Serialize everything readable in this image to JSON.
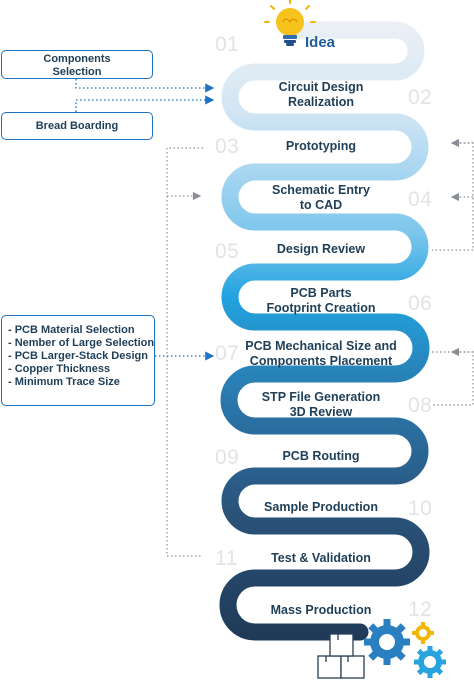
{
  "title": "Idea",
  "steps": [
    {
      "num": "01",
      "label": ""
    },
    {
      "num": "02",
      "label": "Circuit Design\nRealization"
    },
    {
      "num": "03",
      "label": "Prototyping"
    },
    {
      "num": "04",
      "label": "Schematic Entry\nto CAD"
    },
    {
      "num": "05",
      "label": "Design Review"
    },
    {
      "num": "06",
      "label": "PCB Parts\nFootprint Creation"
    },
    {
      "num": "07",
      "label": "PCB Mechanical Size and\nComponents Placement"
    },
    {
      "num": "08",
      "label": "STP File Generation\n3D Review"
    },
    {
      "num": "09",
      "label": "PCB Routing"
    },
    {
      "num": "10",
      "label": "Sample Production"
    },
    {
      "num": "11",
      "label": "Test & Validation"
    },
    {
      "num": "12",
      "label": "Mass Production"
    }
  ],
  "side_boxes": {
    "components": "Components\nSelection",
    "bread": "Bread Boarding",
    "pcb_items": [
      "- PCB Material Selection",
      "- Nember of Large Selection",
      "- PCB Larger-Stack Design",
      "- Copper Thickness",
      "- Minimum Trace Size"
    ]
  },
  "colors": {
    "path_top": "#e8edf2",
    "path_mid": "#29a3de",
    "path_bottom": "#1f3d5c",
    "box_border": "#1e73c0",
    "arrow": "#1e73c0",
    "gear_blue": "#2a7fc0",
    "gear_yellow": "#f2b705"
  },
  "icons": [
    "lightbulb-icon",
    "gears-icon",
    "boxes-icon"
  ]
}
